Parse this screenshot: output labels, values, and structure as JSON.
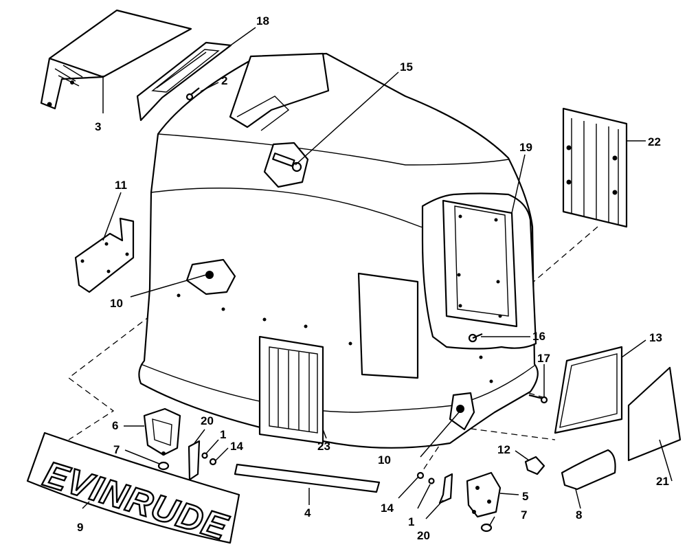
{
  "diagram": {
    "brand_text": "EVINRUDE",
    "callouts": {
      "c1a": "1",
      "c1b": "1",
      "c2": "2",
      "c3": "3",
      "c4": "4",
      "c5": "5",
      "c6": "6",
      "c7a": "7",
      "c7b": "7",
      "c8": "8",
      "c9": "9",
      "c10a": "10",
      "c10b": "10",
      "c11": "11",
      "c12": "12",
      "c13": "13",
      "c14a": "14",
      "c14b": "14",
      "c15": "15",
      "c16": "16",
      "c17": "17",
      "c18": "18",
      "c19": "19",
      "c20a": "20",
      "c20b": "20",
      "c21": "21",
      "c22": "22",
      "c23": "23"
    }
  }
}
